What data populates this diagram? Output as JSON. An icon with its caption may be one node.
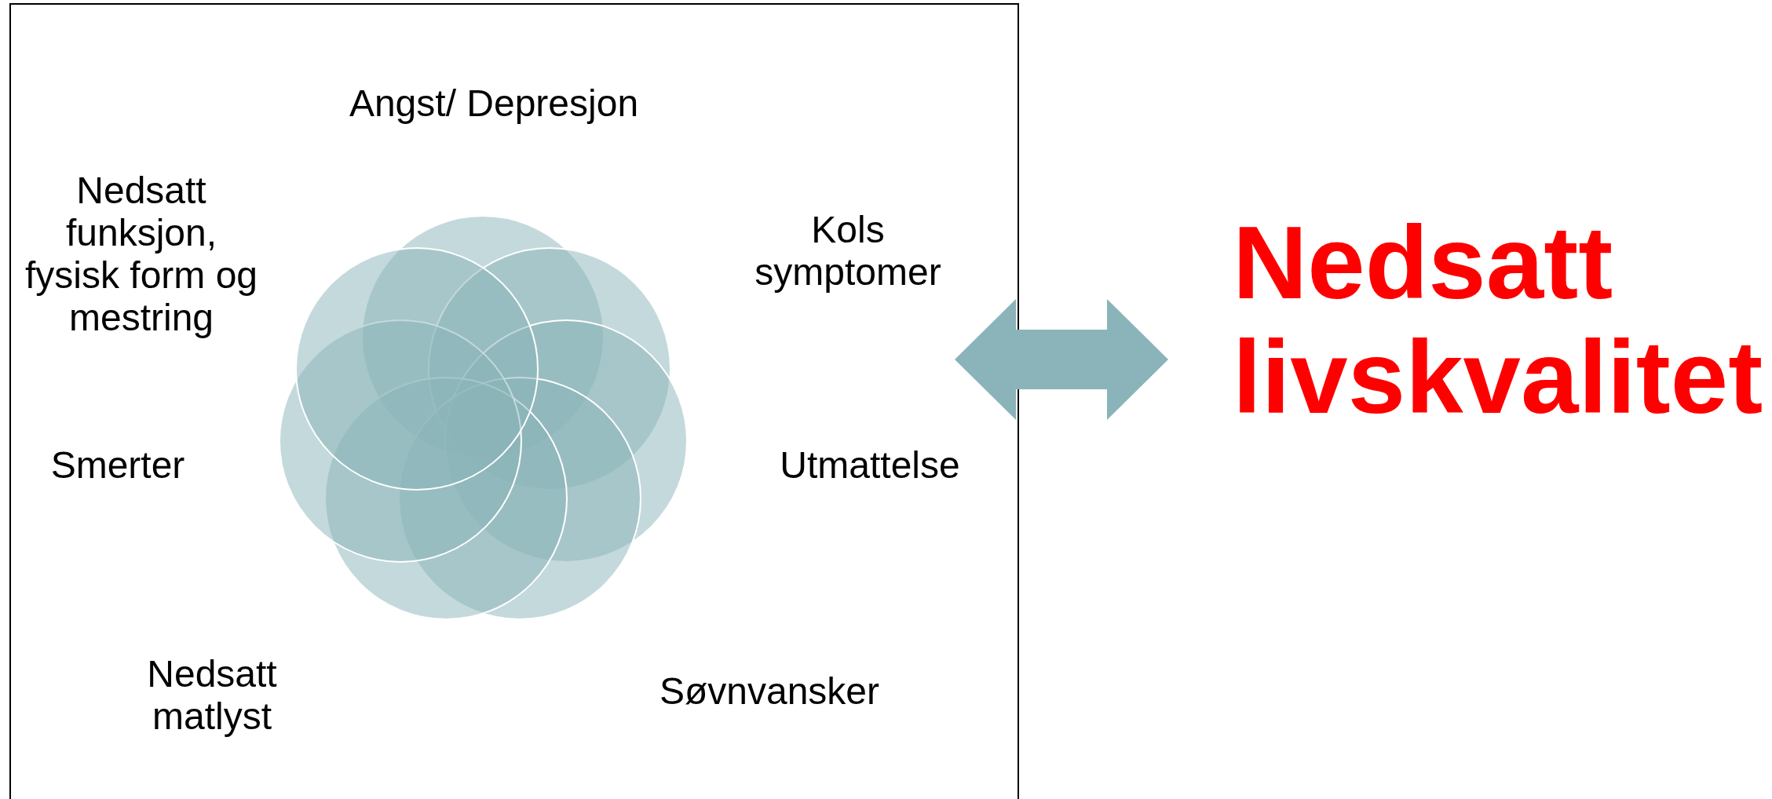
{
  "diagram": {
    "nodes": [
      {
        "text": [],
        "shape": "box"
      },
      {
        "text": [],
        "shape": "circle",
        "in": 0
      },
      {
        "text": [],
        "shape": "circle",
        "in": 0
      },
      {
        "text": [],
        "shape": "circle",
        "in": 0
      },
      {
        "text": [],
        "shape": "circle",
        "in": 0
      },
      {
        "text": [],
        "shape": "circle",
        "in": 0
      },
      {
        "text": [],
        "shape": "circle",
        "in": 0
      },
      {
        "text": [],
        "shape": "circle",
        "in": 0
      },
      {
        "text": [
          "Nedsatt livskvalitet"
        ]
      }
    ],
    "edges": [
      {
        "from": 0,
        "to": 8,
        "arrow": "both"
      }
    ],
    "labels": [
      "Angst/ Depresjon",
      "Nedsatt funksjon, fysisk form og mestring",
      "Kols symptomer",
      "Smerter",
      "Utmattelse",
      "Nedsatt matlyst",
      "Søvnvansker"
    ]
  }
}
